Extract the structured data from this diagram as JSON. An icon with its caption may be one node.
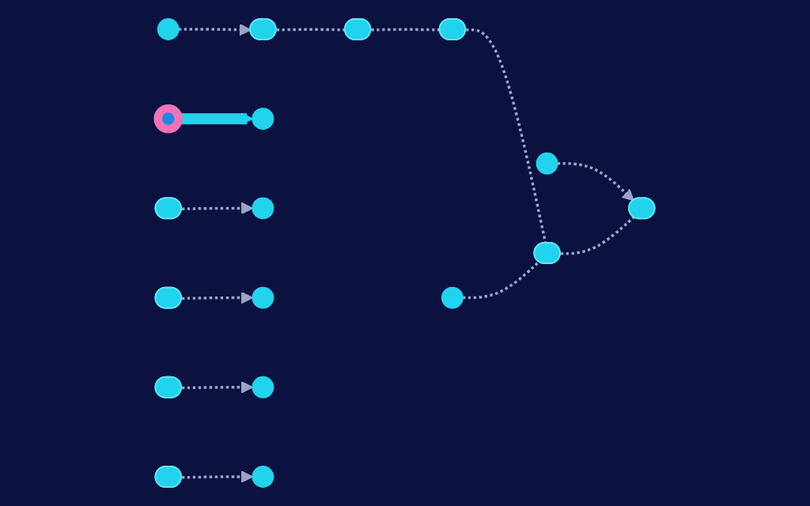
{
  "diagram": {
    "nodes": [
      {
        "text": [],
        "shape": "circle"
      },
      {
        "text": [],
        "shape": "box"
      },
      {
        "text": [],
        "shape": "box"
      },
      {
        "text": [],
        "shape": "box"
      },
      {
        "text": [],
        "shape": "box"
      },
      {
        "text": [],
        "shape": "box"
      },
      {
        "text": [],
        "shape": "box"
      },
      {
        "text": [],
        "shape": "box"
      },
      {
        "text": [],
        "shape": "box"
      },
      {
        "text": [],
        "shape": "box"
      }
    ],
    "edges": [
      {
        "from": 0,
        "to": null,
        "arrow": "to",
        "style": "thick",
        "color": "#22d3ee"
      },
      {
        "from": 1,
        "to": null,
        "arrow": "to",
        "style": "dashed"
      },
      {
        "from": 2,
        "to": null,
        "arrow": "to",
        "style": "dashed"
      },
      {
        "from": 3,
        "to": null,
        "arrow": "to",
        "style": "dashed"
      },
      {
        "from": 4,
        "to": null,
        "arrow": "to",
        "style": "dashed"
      },
      {
        "from": null,
        "to": 5,
        "arrow": "to",
        "style": "dashed"
      },
      {
        "from": 5,
        "to": 6,
        "arrow": "none",
        "style": "dashed"
      },
      {
        "from": 6,
        "to": 7,
        "arrow": "none",
        "style": "dashed"
      },
      {
        "from": 7,
        "to": 8,
        "arrow": "none",
        "style": "dashed"
      },
      {
        "from": null,
        "to": 8,
        "arrow": "none",
        "style": "dashed"
      },
      {
        "from": null,
        "to": 9,
        "arrow": "to",
        "style": "dashed"
      },
      {
        "from": 8,
        "to": 9,
        "arrow": "none",
        "style": "dashed"
      }
    ]
  }
}
